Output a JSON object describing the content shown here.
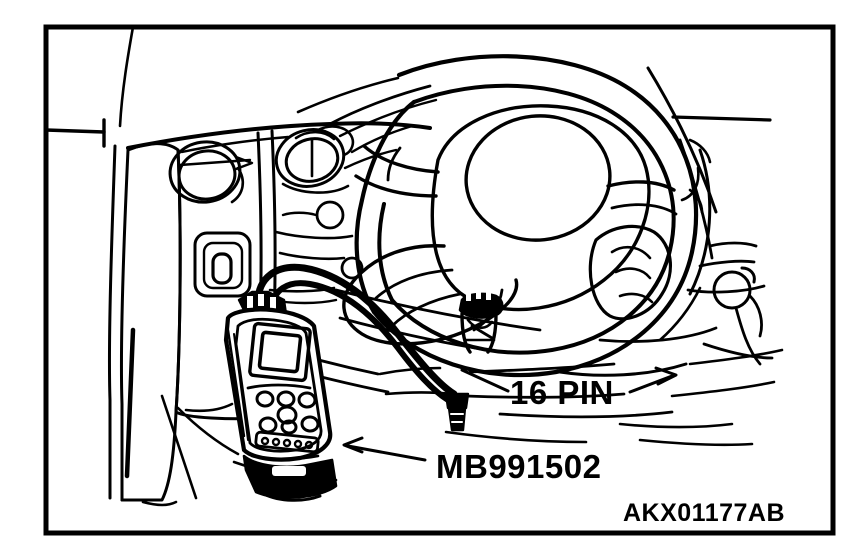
{
  "figure": {
    "title": "Scan tool MB991502 connected to 16-pin data link connector",
    "type": "line-drawing",
    "subject": "vehicle instrument panel interior with steering wheel",
    "border_color": "#000000",
    "line_color": "#000000",
    "background_color": "#ffffff"
  },
  "labels": {
    "connector": "16 PIN",
    "part_number": "MB991502",
    "figure_code": "AKX01177AB"
  },
  "callouts": [
    {
      "name": "connector-callout",
      "text": "16 PIN",
      "points_to": "data-link-connector"
    },
    {
      "name": "scan-tool-callout",
      "text": "MB991502",
      "points_to": "scan-tool"
    }
  ],
  "components": [
    {
      "name": "steering-wheel",
      "label": "steering wheel"
    },
    {
      "name": "instrument-panel",
      "label": "instrument panel"
    },
    {
      "name": "side-vent-panel",
      "label": "side defroster vent panel"
    },
    {
      "name": "center-console",
      "label": "center console"
    },
    {
      "name": "scan-tool",
      "label": "scan tool MB991502"
    },
    {
      "name": "scan-tool-screen",
      "label": "scan tool display screen"
    },
    {
      "name": "scan-tool-keypad",
      "label": "scan tool keypad"
    },
    {
      "name": "connector-cable",
      "label": "diagnostic cable"
    },
    {
      "name": "data-link-connector",
      "label": "16 pin data link connector"
    },
    {
      "name": "column-stalk",
      "label": "steering column stalk"
    }
  ]
}
